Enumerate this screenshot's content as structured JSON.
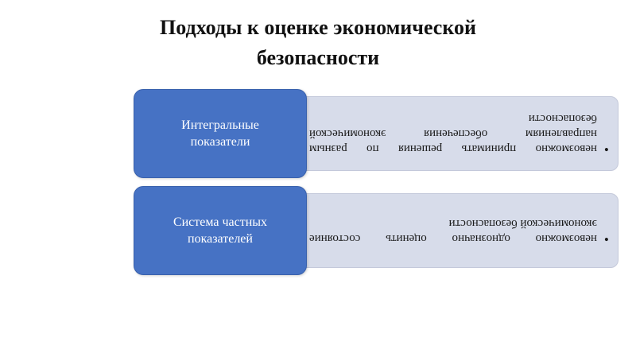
{
  "title": "Подходы к оценке экономической безопасности",
  "colors": {
    "label_box": "#4672c4",
    "description_panel": "#d7dcea",
    "text": "#1a1a1a"
  },
  "rows": [
    {
      "label": "Интегральные показатели",
      "description": "невозможно принимать решения по разным направлениям обеспечения экономической безопасности",
      "bullet": "•"
    },
    {
      "label": "Система частных показателей",
      "description": "невозможно однозначно оценить состояние экономической безопасности",
      "bullet": "•"
    }
  ]
}
